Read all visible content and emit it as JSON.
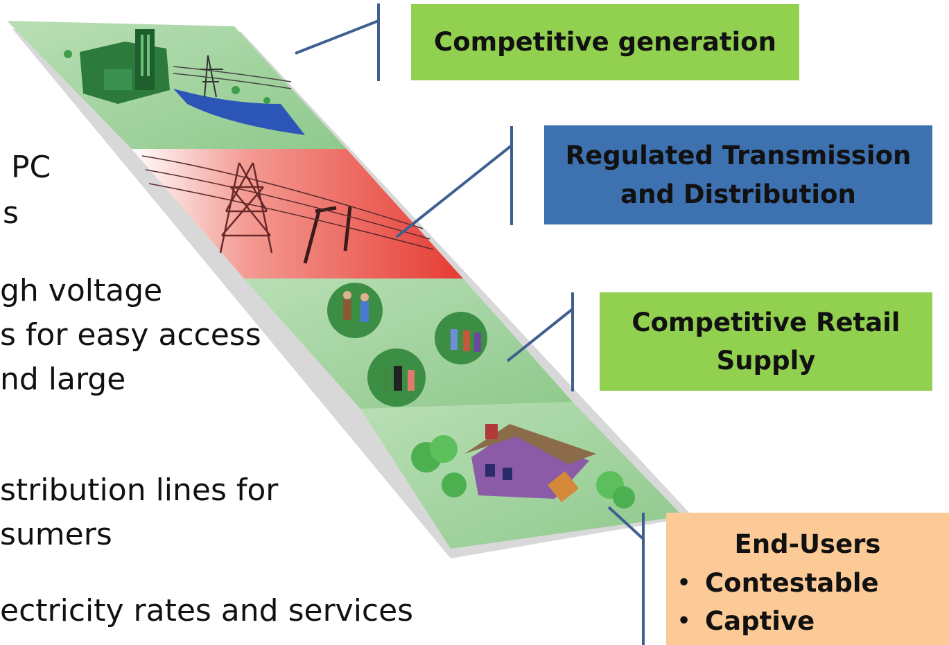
{
  "background_text": [
    "PC",
    "s",
    "gh voltage",
    "s for easy access",
    "nd large",
    "stribution lines for",
    "sumers",
    "ectricity rates and services"
  ],
  "labels": {
    "generation": "Competitive generation",
    "transmission": "Regulated Transmission and Distribution",
    "retail": "Competitive Retail Supply",
    "end_users": {
      "title": "End-Users",
      "items": [
        "Contestable",
        "Captive"
      ]
    }
  },
  "icons": {
    "generation": "power-plant-icon",
    "transmission": "transmission-tower-icon",
    "retail": "people-meeting-icon",
    "end_users": "house-icon"
  },
  "colors": {
    "green_box": "#92d050",
    "blue_box": "#3e71b0",
    "orange_box": "#fcca96",
    "connector": "#3e5f90",
    "strip_green": "#9fd09d",
    "strip_red": "#e9463e"
  }
}
